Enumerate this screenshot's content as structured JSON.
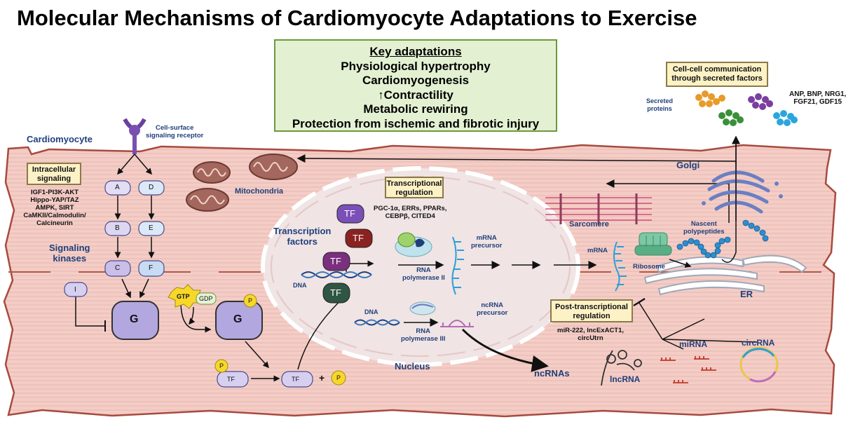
{
  "title": "Molecular Mechanisms of Cardiomyocyte Adaptations to Exercise",
  "key_adaptations": {
    "heading": "Key adaptations",
    "items": [
      "Physiological hypertrophy",
      "Cardiomyogenesis",
      "↑Contractility",
      "Metabolic rewiring",
      "Protection from ischemic and fibrotic injury"
    ]
  },
  "cell_comm": {
    "box": [
      "Cell-cell communication",
      "through secreted factors"
    ],
    "secreted_label": [
      "Secreted",
      "proteins"
    ],
    "factors": [
      "ANP, BNP, NRG1,",
      "FGF21, GDF15"
    ]
  },
  "labels": {
    "cardiomyocyte": "Cardiomyocyte",
    "receptor": [
      "Cell-surface",
      "signaling receptor"
    ],
    "mitochondria": "Mitochondria",
    "golgi": "Golgi",
    "sarcomere": "Sarcomere",
    "nascent": [
      "Nascent",
      "polypeptides"
    ],
    "mrna": "mRNA",
    "ribosome": "Ribosome",
    "er": "ER",
    "nucleus": "Nucleus",
    "ncrnas": "ncRNAs",
    "lncrna": "lncRNA",
    "mirna": "miRNA",
    "circrna": "circRNA",
    "signaling_kinases": [
      "Signaling",
      "kinases"
    ],
    "transcription_factors": [
      "Transcription",
      "factors"
    ],
    "dna1": "DNA",
    "dna2": "DNA",
    "rnap2": [
      "RNA",
      "polymerase II"
    ],
    "rnap3": [
      "RNA",
      "polymerase III"
    ],
    "mrna_precursor": [
      "mRNA",
      "precursor"
    ],
    "ncrna_precursor": [
      "ncRNA",
      "precursor"
    ]
  },
  "intracellular": {
    "box": [
      "Intracellular",
      "signaling"
    ],
    "pathways": [
      "IGF1-PI3K-AKT",
      "Hippo-YAP/TAZ",
      "AMPK, SIRT",
      "CaMKII/Calmodulin/",
      "Calcineurin"
    ]
  },
  "transcriptional": {
    "box": [
      "Transcriptional",
      "regulation"
    ],
    "factors": [
      "PGC-1α, ERRs, PPARs,",
      "CEBPβ, CITED4"
    ]
  },
  "post_transcriptional": {
    "box": [
      "Post-transcriptional",
      "regulation"
    ],
    "factors": [
      "miR-222, lncExACT1,",
      "circUtrn"
    ]
  },
  "kinases": {
    "A": "A",
    "B": "B",
    "C": "C",
    "D": "D",
    "E": "E",
    "F": "F",
    "I": "I",
    "G": "G",
    "G2": "G"
  },
  "nucleotides": {
    "gtp": "GTP",
    "gdp": "GDP"
  },
  "phospho": {
    "p": "P"
  },
  "tf": {
    "label": "TF",
    "plus": "+"
  }
}
